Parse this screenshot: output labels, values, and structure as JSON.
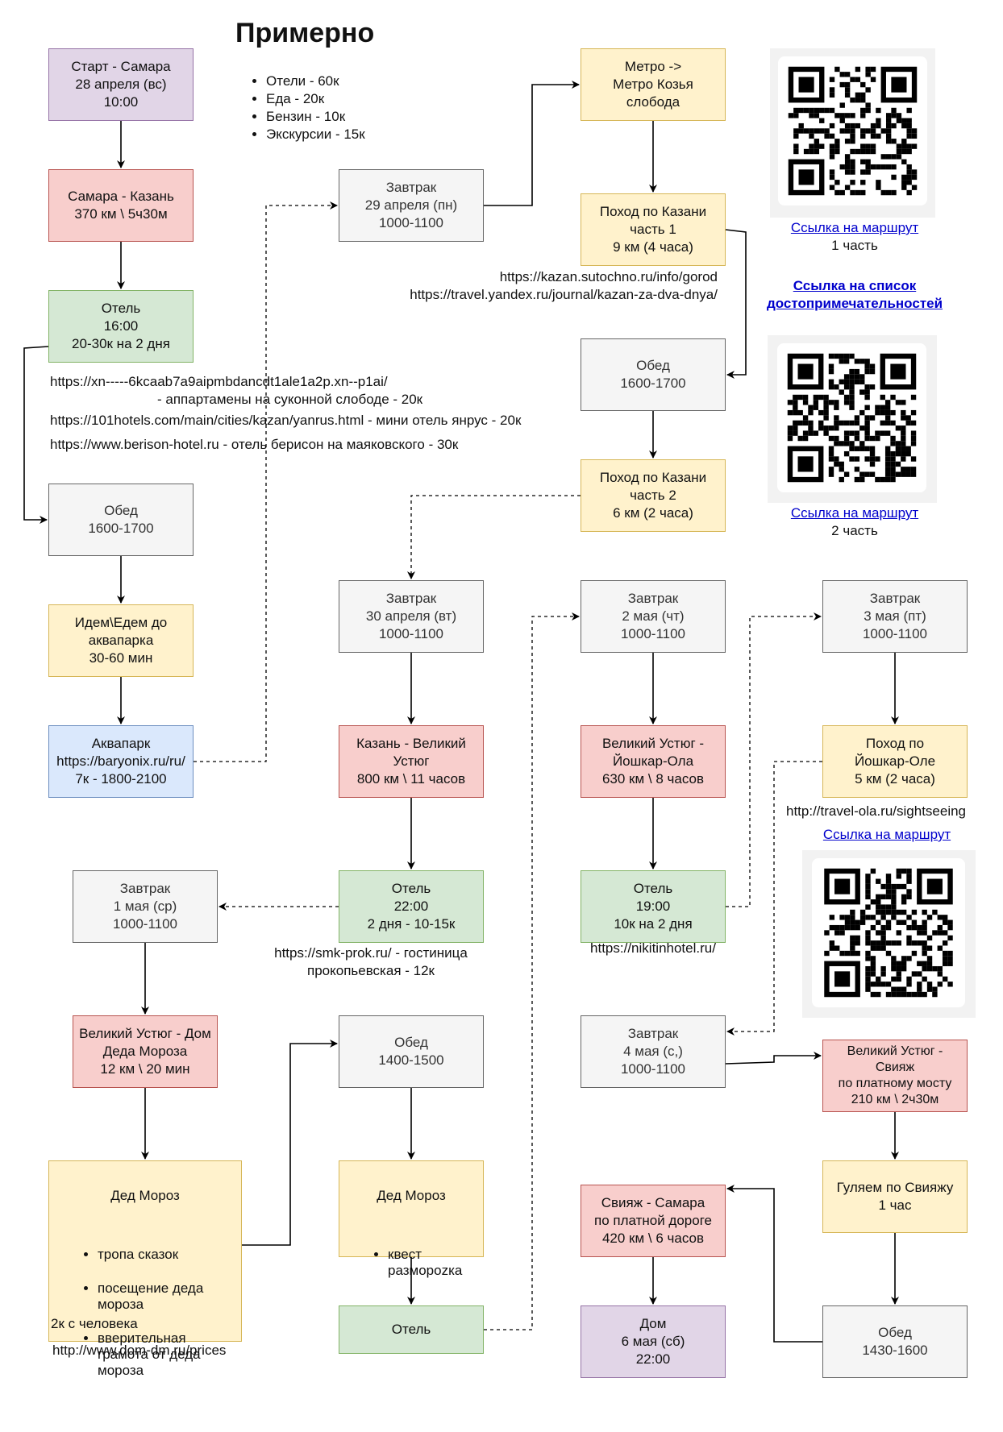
{
  "title": "Примерно",
  "budget": [
    "Отели - 60к",
    "Еда - 20к",
    "Бензин - 10к",
    "Экскурсии - 15к"
  ],
  "nodes": {
    "start": "Старт - Самара\n28 апреля (вс)\n10:00",
    "samara_kazan": "Самара - Казань\n370 км \\ 5ч30м",
    "hotel1": "Отель\n16:00\n20-30к на 2 дня",
    "lunch1": "Обед\n1600-1700",
    "go_aqua": "Идем\\Едем до\nаквапарка\n30-60 мин",
    "aqua": "Аквапарк\nhttps://baryonix.ru/ru/\n7к - 1800-2100",
    "breakfast_29": "Завтрак\n29 апреля (пн)\n1000-1100",
    "metro": "Метро ->\nМетро Козья\nслобода",
    "walk1": "Поход по Казани\nчасть 1\n9 км (4 часа)",
    "lunch2": "Обед\n1600-1700",
    "walk2": "Поход по Казани\nчасть 2\n6 км (2 часа)",
    "breakfast_30": "Завтрак\n30 апреля (вт)\n1000-1100",
    "kazan_ustyug": "Казань - Великий\nУстюг\n800 км \\ 11 часов",
    "hotel2": "Отель\n22:00\n2 дня - 10-15к",
    "breakfast_1": "Завтрак\n1 мая (ср)\n1000-1100",
    "ustyug_dom": "Великий Устюг - Дом\nДеда Мороза\n12 км \\ 20 мин",
    "ded_moroz1": {
      "head": "Дед Мороз",
      "items": [
        "тропа сказок",
        "посещение деда мороза",
        "вверительная грамота от деда мороза"
      ],
      "foot": "2к с человека"
    },
    "lunch3": "Обед\n1400-1500",
    "ded_moroz2": {
      "head": "Дед Мороз",
      "items": [
        "квест размороzка"
      ]
    },
    "hotel3": "Отель",
    "breakfast_2": "Завтрак\n2 мая (чт)\n1000-1100",
    "ustyug_yoshkar": "Великий Устюг -\nЙошкар-Ола\n630 км \\ 8 часов",
    "hotel4": "Отель\n19:00\n10к на 2 дня",
    "breakfast_3": "Завтрак\n3 мая (пт)\n1000-1100",
    "walk_yoshkar": "Поход по\nЙошкар-Оле\n5 км (2 часа)",
    "breakfast_4": "Завтрак\n4 мая (с,)\n1000-1100",
    "ustyug_sviyazh": "Великий Устюг -\nСвияж\nпо платному мосту\n210 км \\ 2ч30м",
    "walk_sviyazh": "Гуляем по Свияжу\n1 час",
    "lunch4": "Обед\n1430-1600",
    "sviyazh_samara": "Свияж - Самара\nпо платной дороге\n420 км \\ 6 часов",
    "home": "Дом\n6 мая (сб)\n22:00"
  },
  "notes": {
    "hotels_kazan_1": "https://xn-----6kcaab7a9aipmbdancdt1ale1a2p.xn--p1ai/",
    "hotels_kazan_1b": "- аппартамены на суконной слободе - 20к",
    "hotels_kazan_2": "https://101hotels.com/main/cities/kazan/yanrus.html - мини отель янрус - 20к",
    "hotels_kazan_3": "https://www.berison-hotel.ru - отель берисон на маяковского - 30к",
    "kazan_links": "https://kazan.sutochno.ru/info/gorod\nhttps://travel.yandex.ru/journal/kazan-za-dva-dnya/",
    "smk": "https://smk-prok.ru/ - гостиница\nпрокопьевская - 12к",
    "dom_dm": "http://www.dom-dm.ru/prices",
    "nikitin": "https://nikitinhotel.ru/",
    "travel_ola": "http://travel-ola.ru/sightseeing"
  },
  "links": {
    "route1": "Ссылка на маршрут",
    "route1_sub": "1 часть",
    "sights": "Ссылка на список\nдостопримечательностей",
    "route2": "Ссылка на маршрут",
    "route2_sub": "2 часть",
    "route3": "Ссылка на маршрут"
  },
  "colors": {
    "grey": "#f5f5f5",
    "red": "#f8cecc",
    "green": "#d5e8d4",
    "yellow": "#fff2cc",
    "purple": "#e1d5e7",
    "blue": "#dae8fc"
  }
}
